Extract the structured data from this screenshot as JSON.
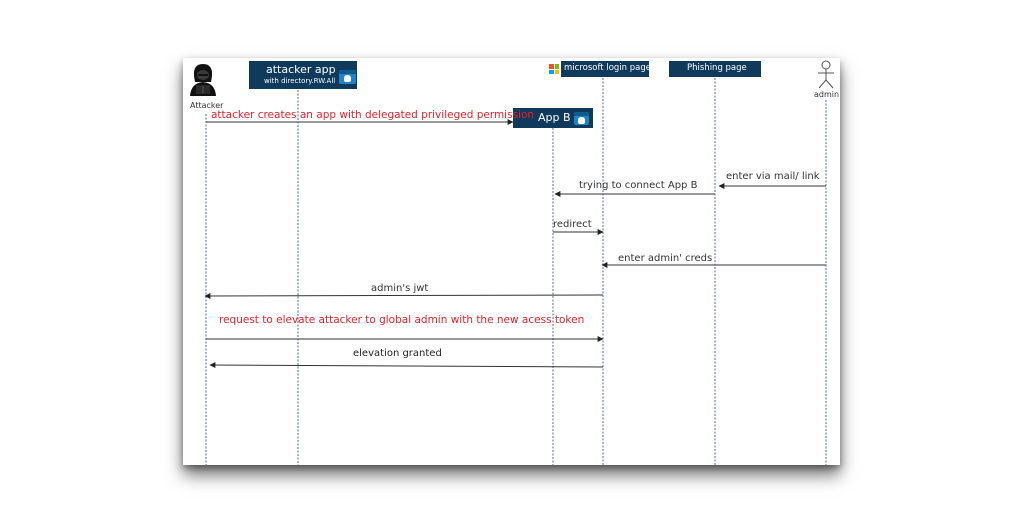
{
  "participants": {
    "attacker": {
      "label": "Attacker"
    },
    "attacker_app": {
      "title": "attacker app",
      "subtitle": "with directory.RW.All"
    },
    "app_b": {
      "label": "App B"
    },
    "ms_login": {
      "label": "microsoft login page"
    },
    "phishing": {
      "label": "Phishing page"
    },
    "admin": {
      "label": "admin"
    }
  },
  "messages": [
    {
      "text": "attacker creates an app with delegated privileged permission",
      "color": "#e8202a"
    },
    {
      "text": "trying to connect App B",
      "color": "#333333"
    },
    {
      "text": "enter via mail/ link",
      "color": "#333333"
    },
    {
      "text": "redirect",
      "color": "#333333"
    },
    {
      "text": "enter admin' creds",
      "color": "#333333"
    },
    {
      "text": "admin's jwt",
      "color": "#333333"
    },
    {
      "text": "request to elevate attacker  to global admin with the new acess token",
      "color": "#e8202a"
    },
    {
      "text": "elevation granted",
      "color": "#333333"
    }
  ],
  "colors": {
    "participant_box": "#103a5c",
    "lifeline": "#4a6f8a",
    "arrow": "#333333",
    "highlight_text": "#e8202a"
  }
}
